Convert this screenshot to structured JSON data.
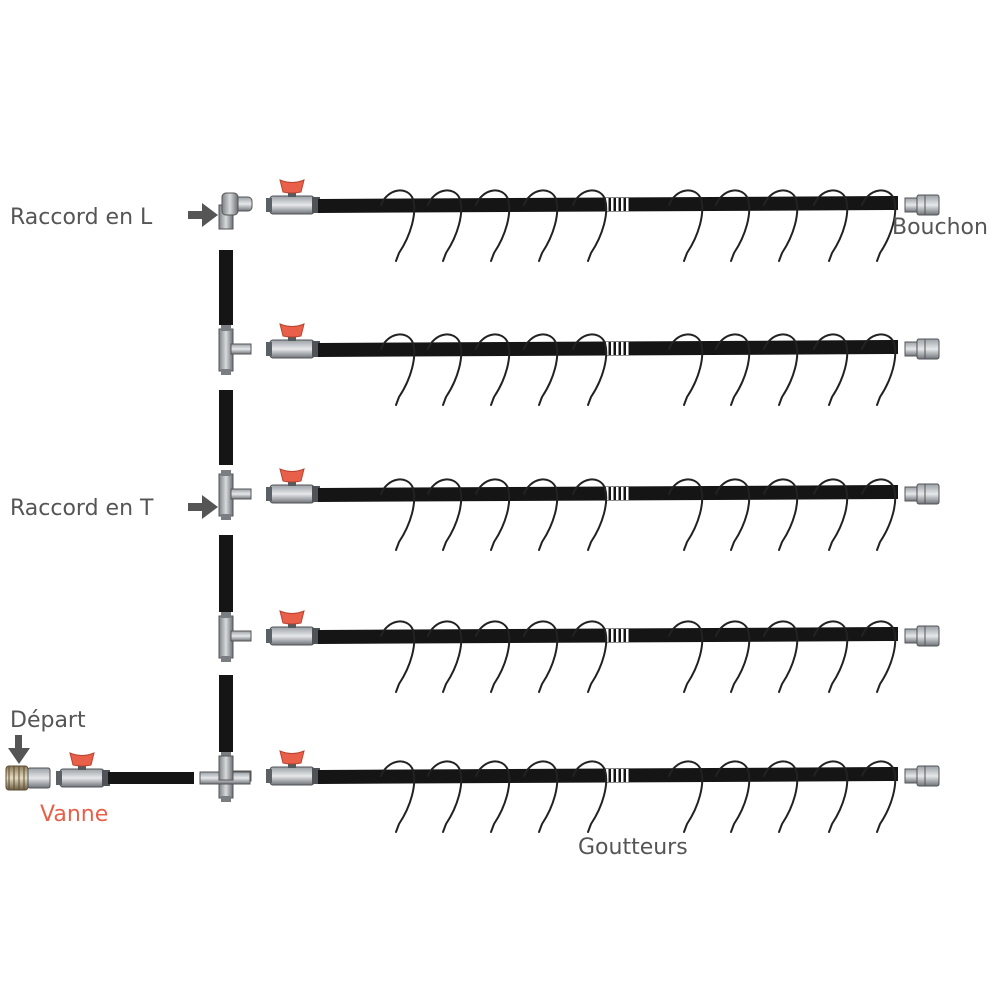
{
  "labels": {
    "raccord_l": "Raccord en L",
    "raccord_t": "Raccord en T",
    "bouchon": "Bouchon",
    "depart": "Départ",
    "vanne": "Vanne",
    "goutteurs": "Goutteurs"
  },
  "colors": {
    "text": "#555555",
    "vanne_text": "#e8604a",
    "valve_handle": "#e8604a",
    "pipe": "#151515",
    "fitting": "#6f7378",
    "dripper_line": "#222222",
    "coupling_band": "#ffffff"
  },
  "diagram": {
    "line_count": 5,
    "drippers_per_line": 10,
    "valve_count": 6,
    "arrow_count": 3
  }
}
